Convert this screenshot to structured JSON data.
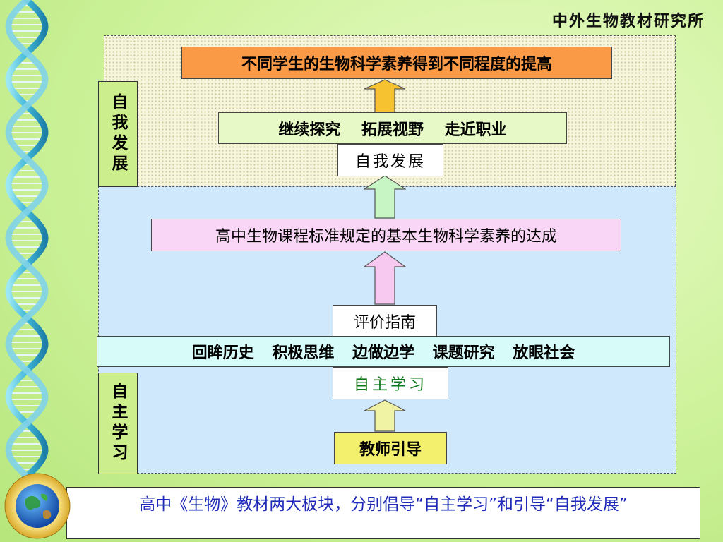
{
  "header": {
    "org": "中外生物教材研究所"
  },
  "regions": {
    "self_development_label": "自我发展",
    "self_study_label": "自主学习"
  },
  "boxes": {
    "goal": "不同学生的生物科学素养得到不同程度的提高",
    "expansion": "继续探究 拓展视野 走近职业",
    "self_development_tag": "自我发展",
    "standards": "高中生物课程标准规定的基本生物科学素养的达成",
    "evaluation_guide": "评价指南",
    "activities": "回眸历史 积极思维 边做边学 课题研究 放眼社会",
    "self_study_tag": "自主学习",
    "teacher_guidance": "教师引导"
  },
  "caption": "高中《生物》教材两大板块，分别倡导“自主学习”和引导“自我发展”",
  "colors": {
    "goal_box": "#fb9a46",
    "expansion_box": "#e6f9c6",
    "standards_box": "#fad6f6",
    "activities_box": "#d7fbf9",
    "teacher_box": "#f3f06e",
    "side_label": "#cdee8c",
    "caption_text": "#1f2bb8",
    "self_study_tag_text": "#0a7a1d",
    "background": "#cdf29a"
  },
  "icons": [
    "dna-helix-icon",
    "globe-logo-icon",
    "up-arrow-icon"
  ]
}
